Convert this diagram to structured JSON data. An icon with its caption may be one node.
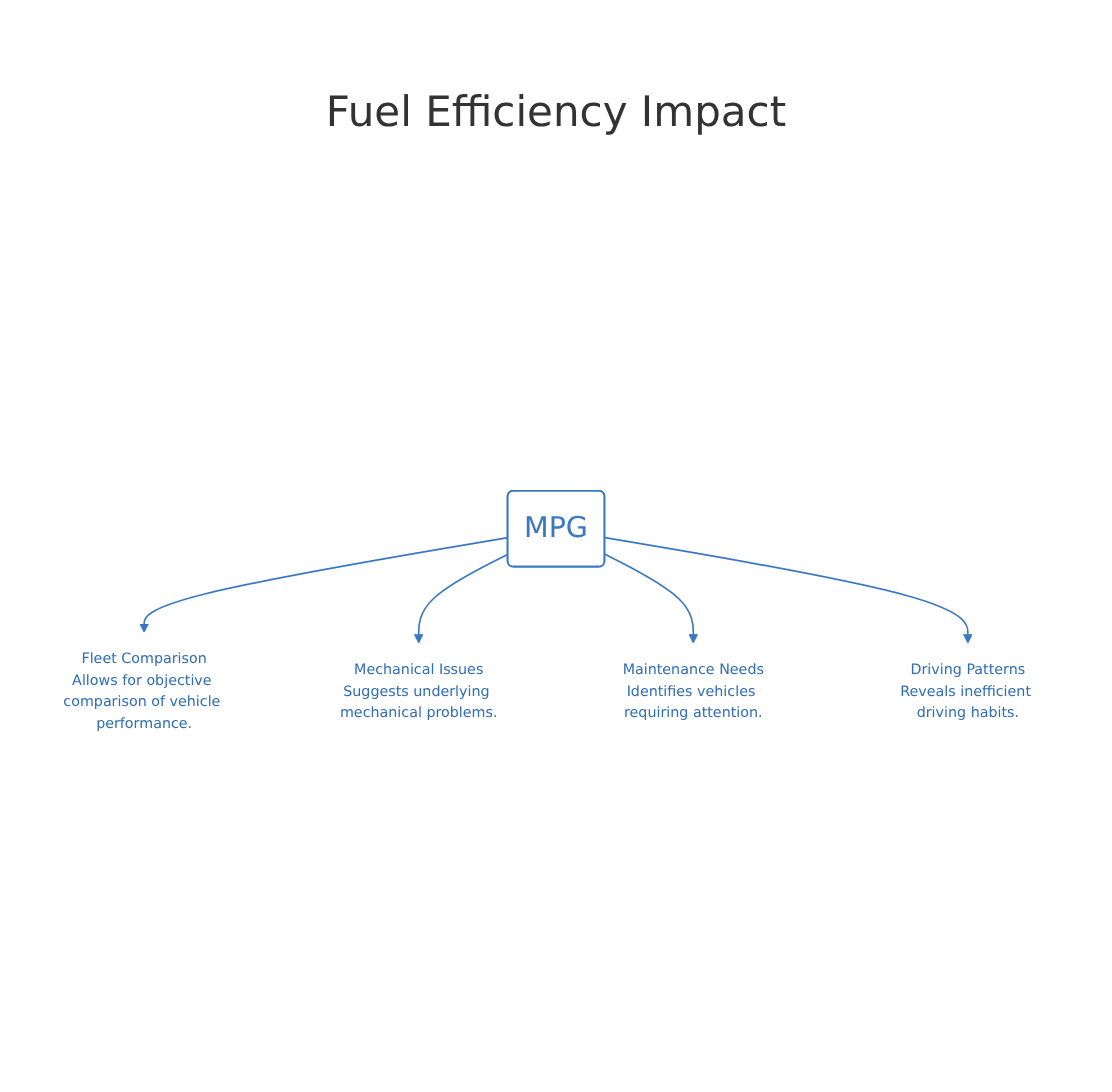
{
  "diagram": {
    "title": "Fuel Efficiency Impact",
    "nodes": [
      {
        "text": [
          "Fleet Comparison",
          "Allows for objective comparison of vehicle performance."
        ]
      },
      {
        "text": [
          "Mechanical Issues",
          "Suggests underlying mechanical problems."
        ]
      },
      {
        "text": [
          "MPG"
        ]
      },
      {
        "text": [
          "Maintenance Needs",
          "Identifies vehicles requiring attention."
        ]
      },
      {
        "text": [
          "Driving Patterns",
          "Reveals inefficient driving habits."
        ]
      }
    ],
    "edges": [
      {
        "from": 2,
        "to": 0,
        "arrow": "to"
      },
      {
        "from": 2,
        "to": 1,
        "arrow": "to"
      },
      {
        "from": 2,
        "to": 3,
        "arrow": "to"
      },
      {
        "from": 2,
        "to": 4,
        "arrow": "to"
      }
    ]
  }
}
